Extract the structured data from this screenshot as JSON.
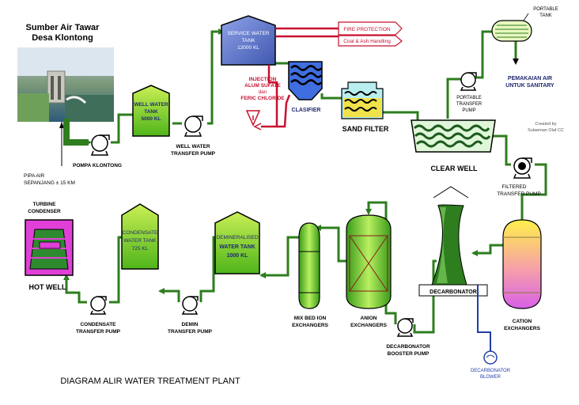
{
  "colors": {
    "pipe_green": "#2e7d1e",
    "pipe_red": "#c8102e",
    "pipe_blue": "#1f3fa6",
    "navy_text": "#1f2a6e",
    "tank_green": "#7cd22a",
    "tank_green_light": "#d8f57a",
    "service_tank": "#5b74c8",
    "clarifier": "#3f6ee0",
    "cation_top": "#ffe64a",
    "cation_bottom": "#e070e0",
    "condenser": "#e040d8"
  },
  "source": {
    "title_line1": "Sumber Air Tawar",
    "title_line2": "Desa Klontong",
    "pipe_label_line1": "PIPA AIR",
    "pipe_label_line2": "SEPANJANG ± 15 KM"
  },
  "labels": {
    "pompa_klontong": "POMPA KLONTONG",
    "well_tank_line1": "WELL WATER",
    "well_tank_line2": "TANK",
    "well_tank_line3": "5000 KL",
    "well_pump_line1": "WELL WATER",
    "well_pump_line2": "TRANSFER PUMP",
    "service_line1": "SERVICE WATER",
    "service_line2": "TANK",
    "service_line3": "12000 KL",
    "fire_protection": "FIRE PROTECTION",
    "coal_ash": "Coal & Ash Handling",
    "injection_line1": "INJECTION",
    "injection_line2": "ALUM SUFATE",
    "injection_line3": "dan",
    "injection_line4": "FERIC CHLORIDE",
    "clarifier": "CLASIFIER",
    "sand_filter": "SAND FILTER",
    "clear_well": "CLEAR WELL",
    "portable_tank_line1": "PORTABLE",
    "portable_tank_line2": "TANK",
    "portable_pump_line1": "PORTABLE",
    "portable_pump_line2": "TRANSFER",
    "portable_pump_line3": "PUMP",
    "pemakaian_line1": "PEMAKAIAN AIR",
    "pemakaian_line2": "UNTUK SANITARY",
    "created_line1": "Created by",
    "created_line2": "Sulaeman Olaf CC",
    "filtered_line1": "FILTERED",
    "filtered_line2": "TRANSFER PUMP",
    "cation_line1": "CATION",
    "cation_line2": "EXCHANGERS",
    "decarbonator": "DECARBONATOR",
    "decarb_blower_line1": "DECARBONATOR",
    "decarb_blower_line2": "BLOWER",
    "decarb_booster_line1": "DECARBONATOR",
    "decarb_booster_line2": "BOOSTER  PUMP",
    "anion_line1": "ANION",
    "anion_line2": "EXCHANGERS",
    "mixbed_line1": "MIX BED ION",
    "mixbed_line2": "EXCHANGERS",
    "demin_tank_line1": "DEMINERALISED",
    "demin_tank_line2": "WATER TANK",
    "demin_tank_line3": "1000 KL",
    "demin_pump_line1": "DEMIN",
    "demin_pump_line2": "TRANSFER PUMP",
    "cond_tank_line1": "CONDENSATE",
    "cond_tank_line2": "WATER TANK",
    "cond_tank_line3": "725 KL",
    "cond_pump_line1": "CONDENSATE",
    "cond_pump_line2": "TRANSFER PUMP",
    "turbine_line1": "TURBINE",
    "turbine_line2": "CONDENSER",
    "hot_well": "HOT WELL",
    "diagram_title": "DIAGRAM ALIR WATER TREATMENT PLANT"
  }
}
